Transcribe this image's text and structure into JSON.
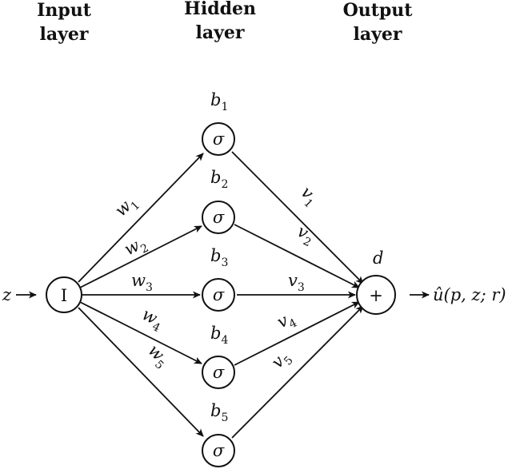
{
  "headers": {
    "input": [
      "Input",
      "layer"
    ],
    "hidden": [
      "Hidden",
      "layer"
    ],
    "output": [
      "Output",
      "layer"
    ]
  },
  "input_node": {
    "label": "I",
    "incoming": "z",
    "arrow": "→"
  },
  "hidden_node_symbol": "σ",
  "biases": [
    {
      "base": "b",
      "sub": "1"
    },
    {
      "base": "b",
      "sub": "2"
    },
    {
      "base": "b",
      "sub": "3"
    },
    {
      "base": "b",
      "sub": "4"
    },
    {
      "base": "b",
      "sub": "5"
    }
  ],
  "input_weights": [
    {
      "base": "w",
      "sub": "1"
    },
    {
      "base": "w",
      "sub": "2"
    },
    {
      "base": "w",
      "sub": "3"
    },
    {
      "base": "w",
      "sub": "4"
    },
    {
      "base": "w",
      "sub": "5"
    }
  ],
  "output_weights": [
    {
      "base": "v",
      "sub": "1"
    },
    {
      "base": "v",
      "sub": "2"
    },
    {
      "base": "v",
      "sub": "3"
    },
    {
      "base": "v",
      "sub": "4"
    },
    {
      "base": "v",
      "sub": "5"
    }
  ],
  "output_node": {
    "label": "+",
    "bias": "d",
    "arrow": "→",
    "result": "û(p, z; r)"
  }
}
